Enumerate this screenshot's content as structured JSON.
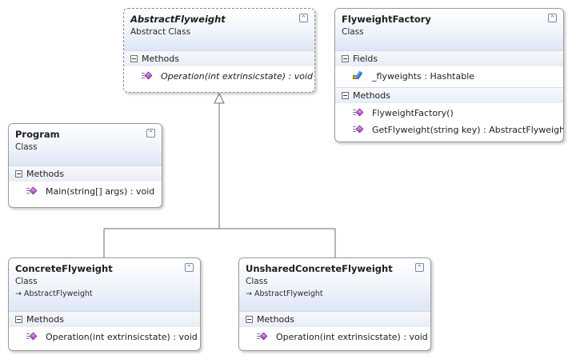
{
  "diagram": {
    "classes": {
      "abstract_flyweight": {
        "name": "AbstractFlyweight",
        "kind": "Abstract Class",
        "methods_header": "Methods",
        "methods": [
          "Operation(int extrinsicstate) : void"
        ]
      },
      "flyweight_factory": {
        "name": "FlyweightFactory",
        "kind": "Class",
        "fields_header": "Fields",
        "fields": [
          "_flyweights : Hashtable"
        ],
        "methods_header": "Methods",
        "methods": [
          "FlyweightFactory()",
          "GetFlyweight(string key) : AbstractFlyweight"
        ]
      },
      "program": {
        "name": "Program",
        "kind": "Class",
        "methods_header": "Methods",
        "methods": [
          "Main(string[] args) : void"
        ]
      },
      "concrete_flyweight": {
        "name": "ConcreteFlyweight",
        "kind": "Class",
        "base": "→ AbstractFlyweight",
        "methods_header": "Methods",
        "methods": [
          "Operation(int extrinsicstate) : void"
        ]
      },
      "unshared_concrete_flyweight": {
        "name": "UnsharedConcreteFlyweight",
        "kind": "Class",
        "base": "→ AbstractFlyweight",
        "methods_header": "Methods",
        "methods": [
          "Operation(int extrinsicstate) : void"
        ]
      }
    },
    "collapse_glyph": "⌃",
    "colors": {
      "header_gradient_end": "#dde6f5",
      "border": "#9a9a9a",
      "method_icon": "#a23cbf",
      "connector": "#6e6e6e"
    },
    "icons": {
      "method": "method-icon",
      "field": "field-icon",
      "collapse": "collapse-chevron-icon",
      "section_toggle": "section-minus-icon"
    }
  }
}
